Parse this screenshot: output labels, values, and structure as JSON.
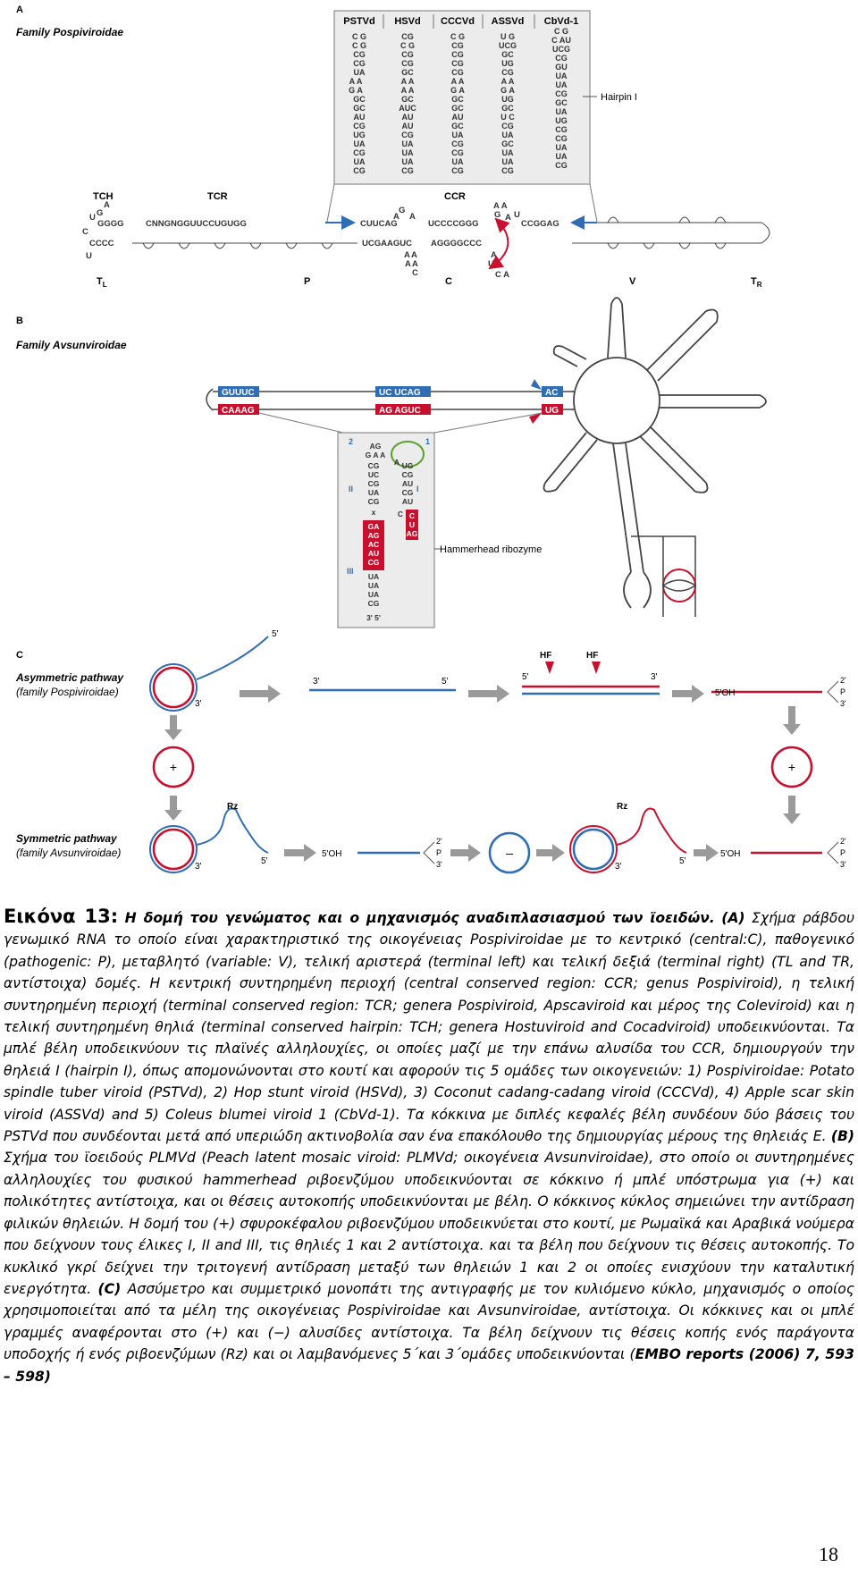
{
  "figure": {
    "panel_a": {
      "letter": "A",
      "family": "Family Pospiviroidae",
      "viroids": [
        "PSTVd",
        "HSVd",
        "CCCVd",
        "ASSVd",
        "CbVd-1"
      ],
      "hairpin_label": "Hairpin I",
      "region_labels": [
        "TCH",
        "TCR",
        "CCR"
      ],
      "domain_labels": [
        "T",
        "P",
        "C",
        "V",
        "T"
      ],
      "domain_subs": [
        "L",
        "R"
      ],
      "top_left_seq": "GGGG",
      "top_mid_seq": "CNNGNGGUUCCUGUGG",
      "ccr_top_seq": "CUUCAG",
      "ccr_top_seq2": "UCCCCGGG",
      "ccr_top_seq3": "CCGGAG",
      "bottom_left_seq": "CCCC",
      "ccr_bottom_seq": "UCGAAGUC",
      "ccr_bottom_seq2": "AGGGGCCC"
    },
    "panel_b": {
      "letter": "B",
      "family": "Family Avsunviroidae",
      "top_boxes": [
        "GUUUC",
        "UC UCAG",
        "AC"
      ],
      "bottom_boxes": [
        "CAAAG",
        "AG AGUC",
        "UG"
      ],
      "ribozyme_label": "Hammerhead ribozyme",
      "helix_labels": [
        "I",
        "II",
        "III"
      ],
      "loop_labels": [
        "1",
        "2"
      ],
      "ends": "3' 5'"
    },
    "panel_c": {
      "letter": "C",
      "asym_title": "Asymmetric pathway",
      "asym_family": "(family Pospiviroidae)",
      "sym_title": "Symmetric pathway",
      "sym_family": "(family Avsunviroidae)",
      "labels": {
        "five_prime": "5'",
        "three_prime": "3'",
        "hf": "HF",
        "rz": "Rz",
        "five_oh": "5'OH",
        "two_prime": "2'",
        "p": "P",
        "plus": "+",
        "minus": "–"
      }
    }
  },
  "caption": {
    "lead": "Εικόνα 13:",
    "title": "Η δομή του γενώματος και ο μηχανισμός αναδιπλασιασμού των ϊοειδών.",
    "a_marker": "(A)",
    "a_text": " Σχήμα ράβδου γενωμικό RNA το οποίο είναι χαρακτηριστικό της οικογένειας Pospiviroidae με το κεντρικό  (central:C), παθογενικό (pathogenic: P), μεταβλητό (variable: V), τελική αριστερά (terminal left) και τελική δεξιά (terminal right) (TL and TR, αντίστοιχα) δομές. Η κεντρική συντηρημένη περιοχή (central conserved region: CCR; genus Pospiviroid), η τελική συντηρημένη περιοχή (terminal conserved region: TCR; genera Pospiviroid, Apscaviroid και μέρος της Coleviroid) και η τελική συντηρημένη θηλιά (terminal conserved hairpin: TCH; genera Hostuviroid and Cocadviroid) υποδεικνύονται. Τα μπλέ βέλη υποδεικνύουν τις πλαϊνές αλληλουχίες, οι οποίες μαζί με την επάνω αλυσίδα του CCR, δημιουργούν την θηλειά I (hairpin I), όπως απομονώνονται στο κουτί και αφορούν τις 5 ομάδες των οικογενειών: 1) Pospiviroidae: Potato spindle tuber viroid (PSTVd), 2) Hop stunt viroid (HSVd), 3) Coconut cadang-cadang viroid (CCCVd), 4) Apple scar skin viroid (ASSVd) and 5) Coleus blumei viroid 1 (CbVd-1). Τα κόκκινα με διπλές κεφαλές βέλη συνδέουν δύο βάσεις του PSTVd που συνδέονται μετά από υπεριώδη ακτινοβολία σαν ένα επακόλουθο της δημιουργίας μέρους της θηλειάς Ε.",
    "b_marker": "(B)",
    "b_text": " Σχήμα του ϊοειδούς PLMVd (Peach latent mosaic viroid: PLMVd; οικογένεια Avsunviroidae), στο οποίο οι συντηρημένες αλληλουχίες του φυσικού hammerhead ριβοενζύμου υποδεικνύονται σε κόκκινο ή μπλέ υπόστρωμα για (+) και πολικότητες αντίστοιχα, και οι θέσεις αυτοκοπής υποδεικνύονται με βέλη. Ο κόκκινος κύκλος σημειώνει την αντίδραση φιλικών θηλειών. Η δομή του (+) σφυροκέφαλου ριβοενζύμου υποδεικνύεται στο κουτί, με Ρωμαϊκά και Αραβικά νούμερα που δείχνουν τους έλικες I, II and III, τις θηλιές 1 και 2 αντίστοιχα. και τα βέλη που δείχνουν τις θέσεις αυτοκοπής. Το κυκλικό γκρί δείχνει την τριτογενή αντίδραση μεταξύ των θηλειών 1 και 2 οι οποίες ενισχύουν την καταλυτική ενεργότητα.",
    "c_marker": "(C)",
    "c_text": " Ασσύμετρο και συμμετρικό μονοπάτι της αντιγραφής με τον κυλιόμενο κύκλο, μηχανισμός ο οποίος χρησιμοποιείται από τα μέλη της οικογένειας Pospiviroidae και Avsunviroidae, αντίστοιχα. Οι κόκκινες και οι μπλέ γραμμές αναφέρονται στο (+) και (−) αλυσίδες αντίστοιχα. Τα βέλη δείχνουν τις θέσεις κοπής ενός παράγοντα υποδοχής ή ενός ριβοενζύμων (Rz) και οι λαμβανόμενες 5΄και 3΄ομάδες υποδεικνύονται (",
    "ref": "EMBO reports (2006) 7, 593 – 598)"
  },
  "page_number": "18",
  "colors": {
    "red": "#c8102e",
    "blue": "#2f6db5",
    "grey": "#9a9a9a",
    "green": "#5aa02c"
  }
}
